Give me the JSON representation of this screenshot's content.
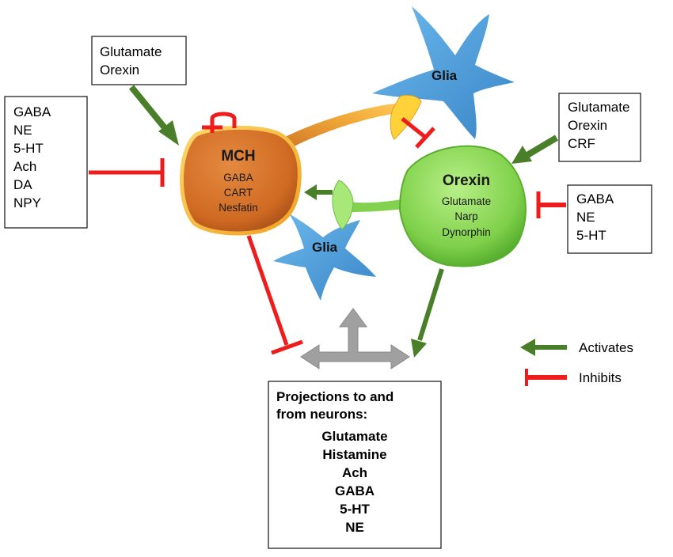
{
  "colors": {
    "activates": "#4a7f2a",
    "inhibits": "#ee1c1c",
    "mch_fill": "#d9742c",
    "orexin_fill": "#8fdc5a",
    "glia_fill": "#4a9fdc",
    "bidirectional_arrow": "#a0a0a0"
  },
  "boxes": {
    "mch_inputs_activating": [
      "Glutamate",
      "Orexin"
    ],
    "mch_inputs_inhibiting": [
      "GABA",
      "NE",
      "5-HT",
      "Ach",
      "DA",
      "NPY"
    ],
    "orexin_inputs_activating": [
      "Glutamate",
      "Orexin",
      "CRF"
    ],
    "orexin_inputs_inhibiting": [
      "GABA",
      "NE",
      "5-HT"
    ]
  },
  "neurons": {
    "mch": {
      "title": "MCH",
      "lines": [
        "GABA",
        "CART",
        "Nesfatin"
      ]
    },
    "orexin": {
      "title": "Orexin",
      "lines": [
        "Glutamate",
        "Narp",
        "Dynorphin"
      ]
    }
  },
  "glia": {
    "top_label": "Glia",
    "bottom_label": "Glia"
  },
  "projections": {
    "heading_lines": [
      "Projections to and",
      "from neurons:"
    ],
    "items": [
      "Glutamate",
      "Histamine",
      "Ach",
      "GABA",
      "5-HT",
      "NE"
    ]
  },
  "legend": {
    "activates": "Activates",
    "inhibits": "Inhibits"
  }
}
